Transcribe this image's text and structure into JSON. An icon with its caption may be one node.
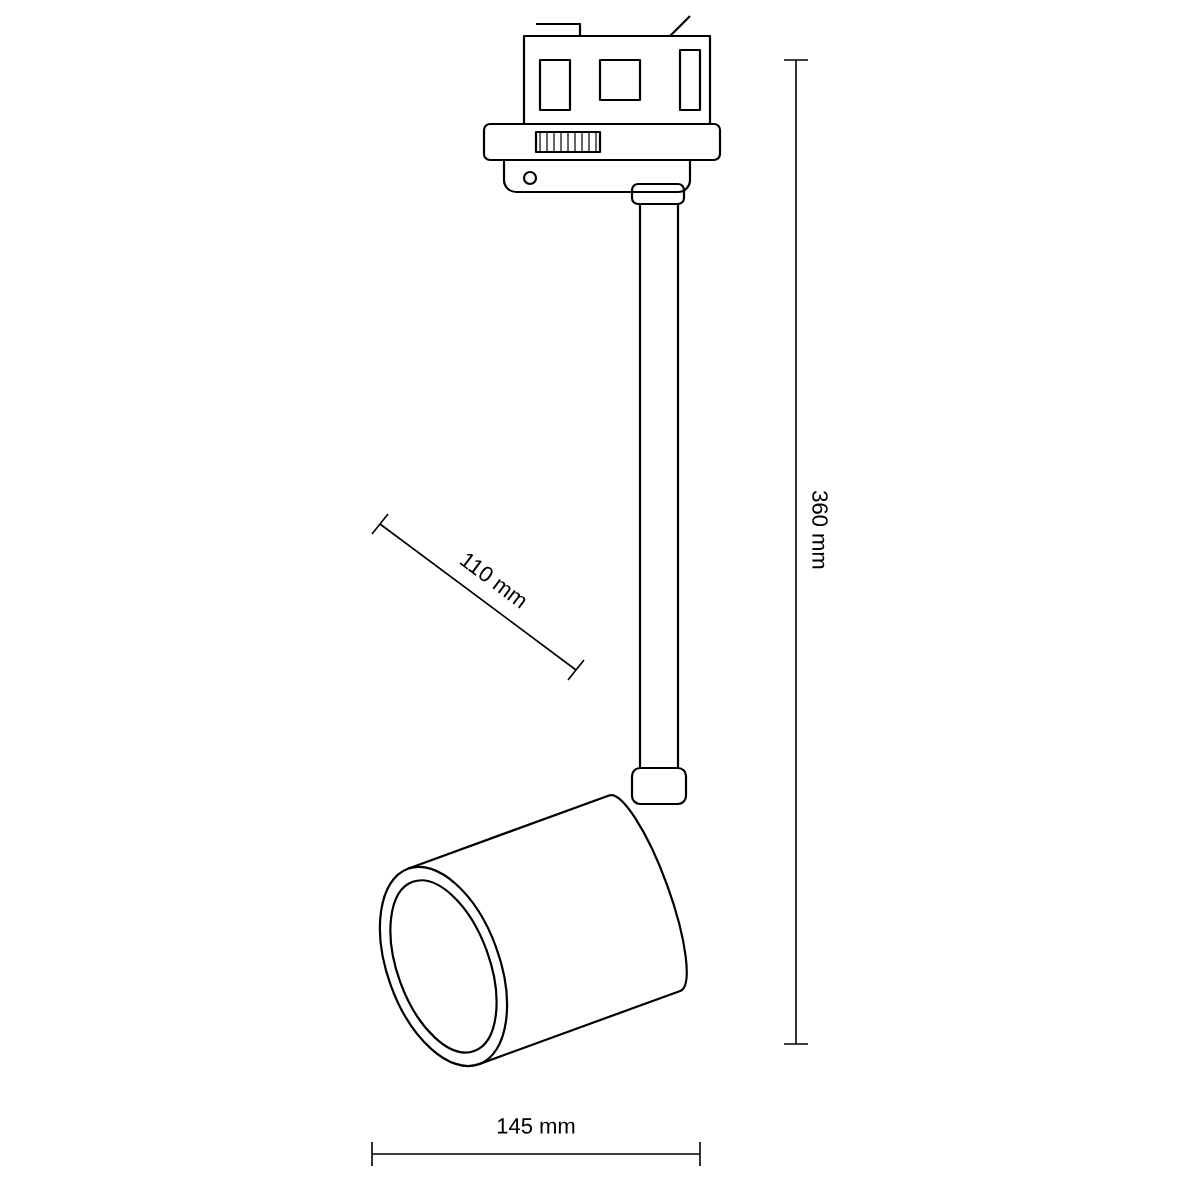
{
  "diagram": {
    "labels": [
      "360 mm",
      "110 mm",
      "145 mm"
    ]
  }
}
